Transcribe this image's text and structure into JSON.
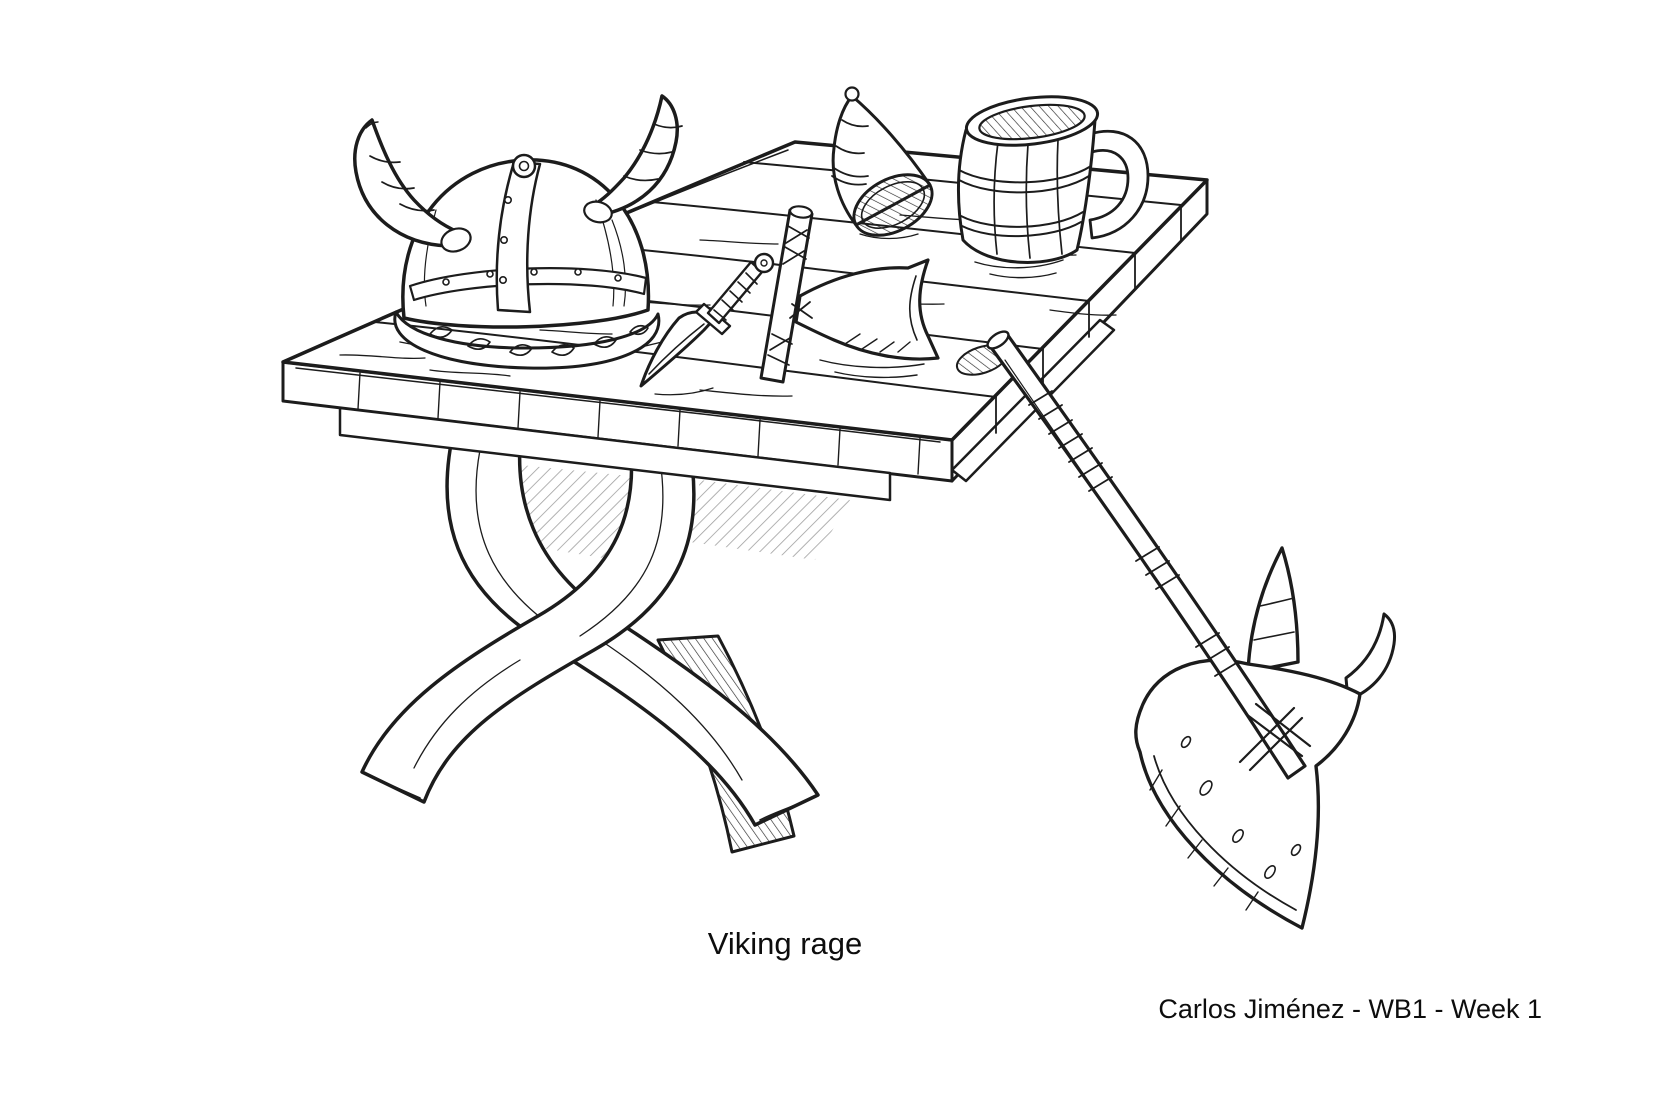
{
  "page": {
    "caption": "Viking rage",
    "credit": "Carlos Jiménez - WB1 - Week 1"
  },
  "illustration": {
    "style": "black ink sketch on white",
    "objects": [
      "x-leg-wooden-table",
      "horned-viking-helmet",
      "dagger",
      "hand-axe",
      "drinking-horn",
      "wooden-tankard",
      "battle-axe"
    ]
  },
  "colors": {
    "ink": "#1c1c1c",
    "background": "#ffffff"
  }
}
